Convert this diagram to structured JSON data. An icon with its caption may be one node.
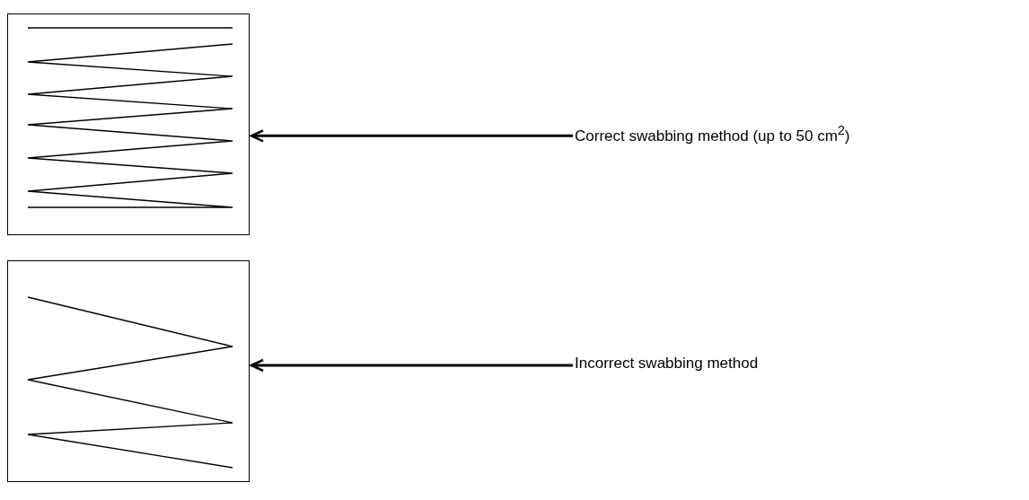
{
  "diagram": {
    "nodes": [
      {
        "text": [],
        "shape": "picture"
      },
      {
        "text": [
          "Correct swabbing method (up to 50 cm$^{2}$)"
        ]
      },
      {
        "text": [],
        "shape": "picture"
      },
      {
        "text": [
          "Incorrect swabbing method"
        ]
      }
    ],
    "edges": [
      {
        "from": 1,
        "to": 0,
        "arrow": "to"
      },
      {
        "from": 3,
        "to": 2,
        "arrow": "to"
      }
    ]
  }
}
